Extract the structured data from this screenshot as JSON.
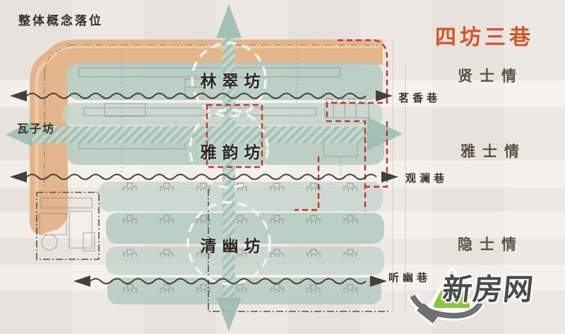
{
  "header": {
    "concept_title": "整体概念落位",
    "theme_title": "四坊三巷"
  },
  "wards": [
    {
      "name": "林翠坊"
    },
    {
      "name": "雅韵坊"
    },
    {
      "name": "清幽坊"
    },
    {
      "name": "瓦子坊"
    }
  ],
  "lanes": [
    {
      "name": "茗香巷"
    },
    {
      "name": "观澜巷"
    },
    {
      "name": "听幽巷"
    }
  ],
  "themes": [
    {
      "name": "贤士情"
    },
    {
      "name": "雅士情"
    },
    {
      "name": "隐士情"
    }
  ],
  "watermark": {
    "text": "新房网"
  },
  "colors": {
    "accent_orange": "#d1542a",
    "road_tan": "#e3b184",
    "teal_band": "#b2cabf",
    "teal_arrow": "#9dbdb1",
    "red_boundary": "#c43526",
    "ink": "#33302b",
    "watermark_green": "#8bc53f"
  }
}
